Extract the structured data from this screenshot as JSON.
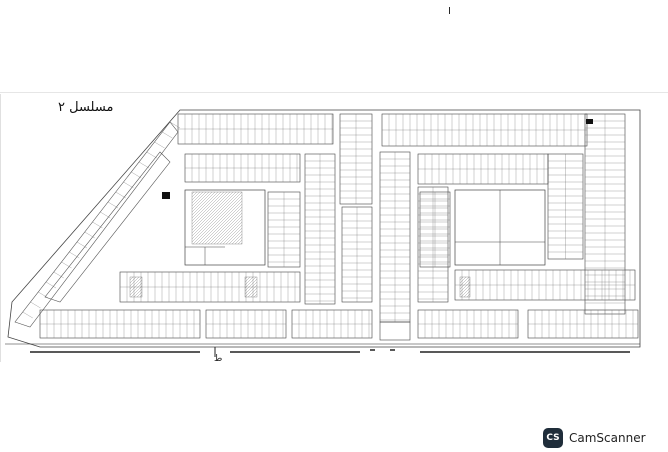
{
  "map": {
    "title": "مسلسل ٢",
    "top_mark": "I",
    "road_mark": "ط"
  },
  "watermark": {
    "logo": "CS",
    "text": "CamScanner"
  },
  "colors": {
    "line": "#444444",
    "background": "#ffffff"
  },
  "icons": {
    "logo": "camscanner-logo-icon"
  }
}
